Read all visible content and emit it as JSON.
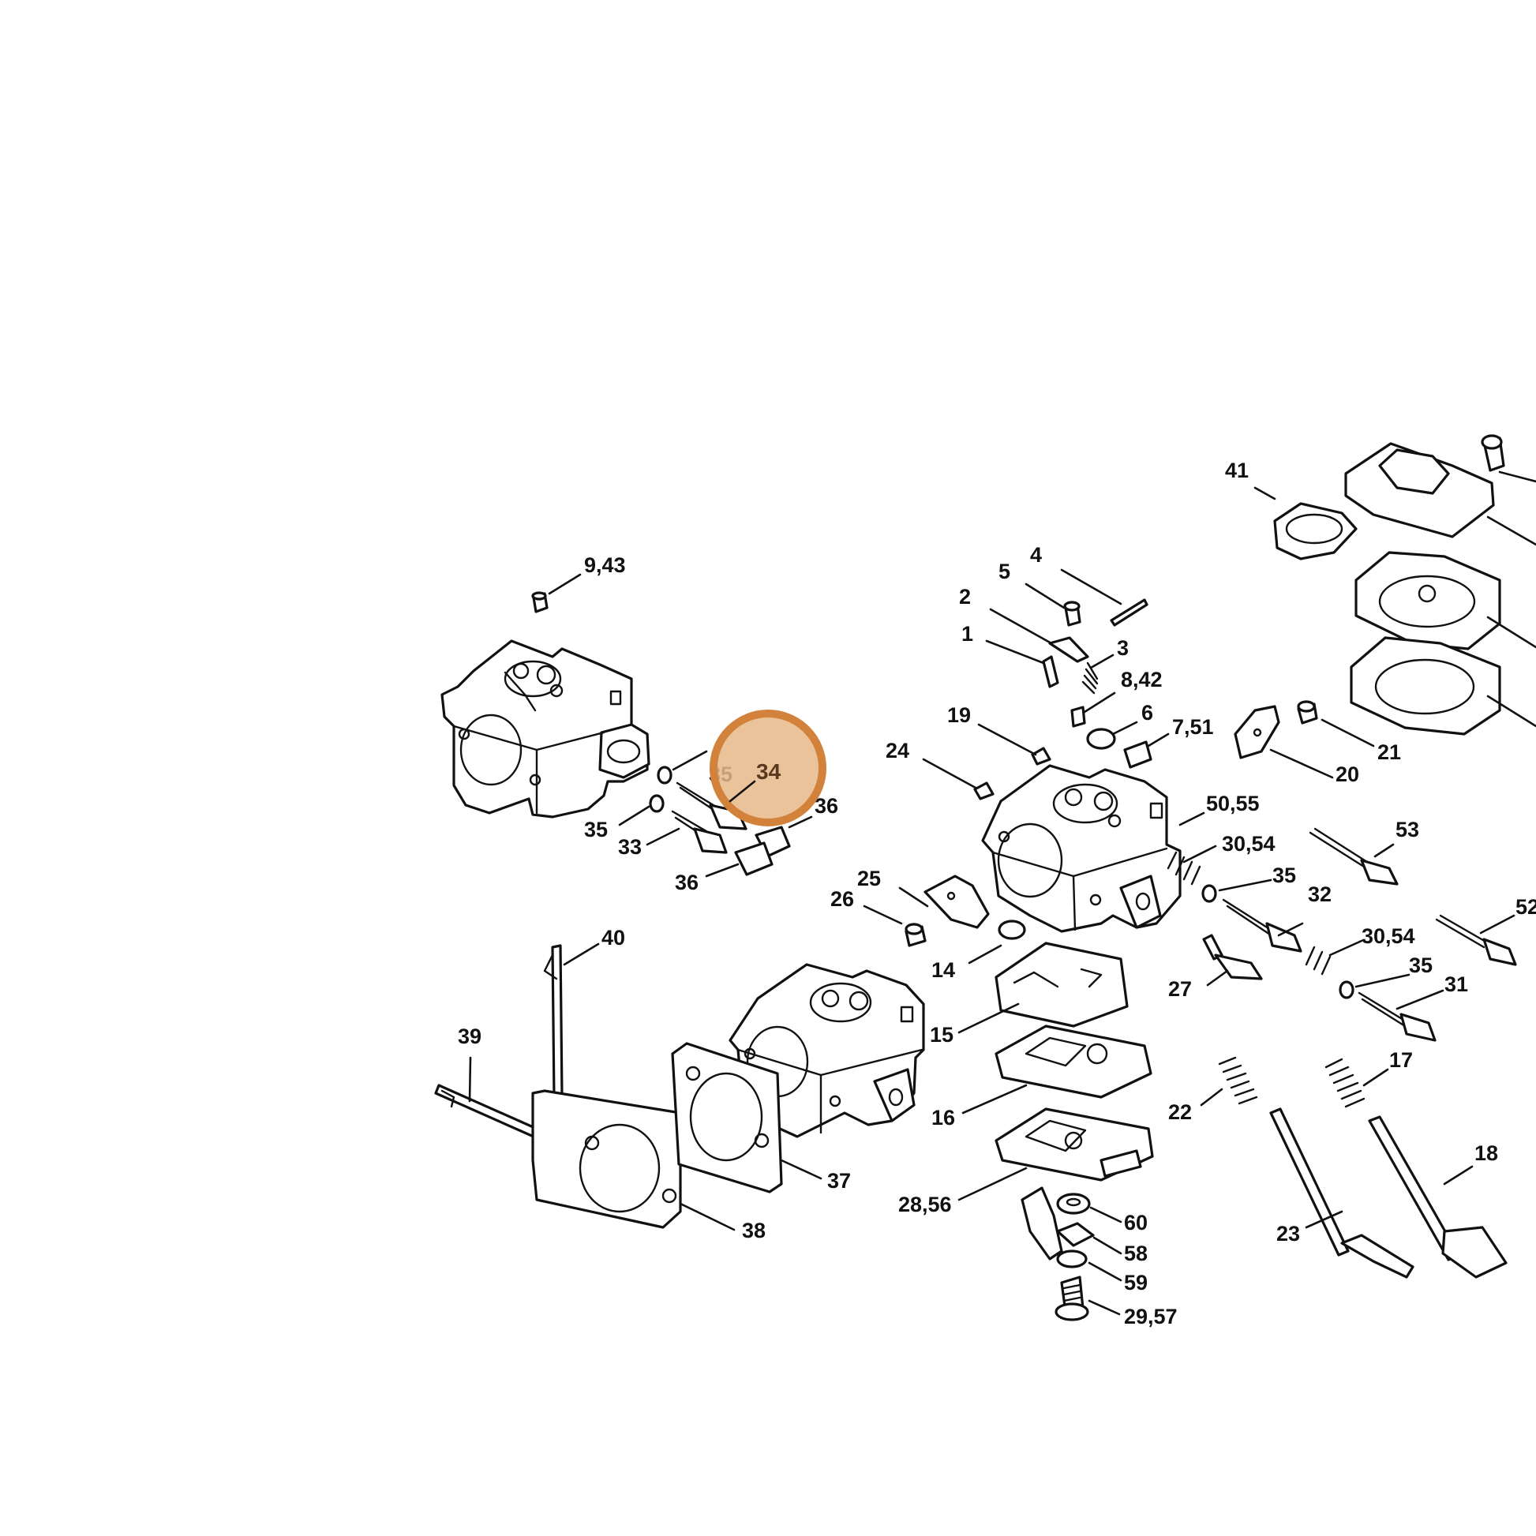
{
  "diagram": {
    "labels": {
      "l_9_43": "9,43",
      "l_41": "41",
      "l_4": "4",
      "l_5": "5",
      "l_2": "2",
      "l_1": "1",
      "l_3": "3",
      "l_8_42": "8,42",
      "l_19": "19",
      "l_6": "6",
      "l_7_51": "7,51",
      "l_24": "24",
      "l_20": "20",
      "l_21": "21",
      "l_50_55": "50,55",
      "l_35_a": "35",
      "l_35_b": "35",
      "l_33": "33",
      "l_36_a": "36",
      "l_36_b": "36",
      "l_30_54_a": "30,54",
      "l_35_c": "35",
      "l_53": "53",
      "l_25": "25",
      "l_26": "26",
      "l_32": "32",
      "l_30_54_b": "30,54",
      "l_35_d": "35",
      "l_52": "52",
      "l_40": "40",
      "l_14": "14",
      "l_27": "27",
      "l_31": "31",
      "l_39": "39",
      "l_15": "15",
      "l_17": "17",
      "l_16": "16",
      "l_22": "22",
      "l_18": "18",
      "l_37": "37",
      "l_38": "38",
      "l_28_56": "28,56",
      "l_60": "60",
      "l_23": "23",
      "l_58": "58",
      "l_59": "59",
      "l_29_57": "29,57"
    },
    "highlight": {
      "label": "34",
      "ring_color": "#d2823b",
      "fill_color": "#e8b88a",
      "text_color": "#5a3a1e"
    }
  }
}
